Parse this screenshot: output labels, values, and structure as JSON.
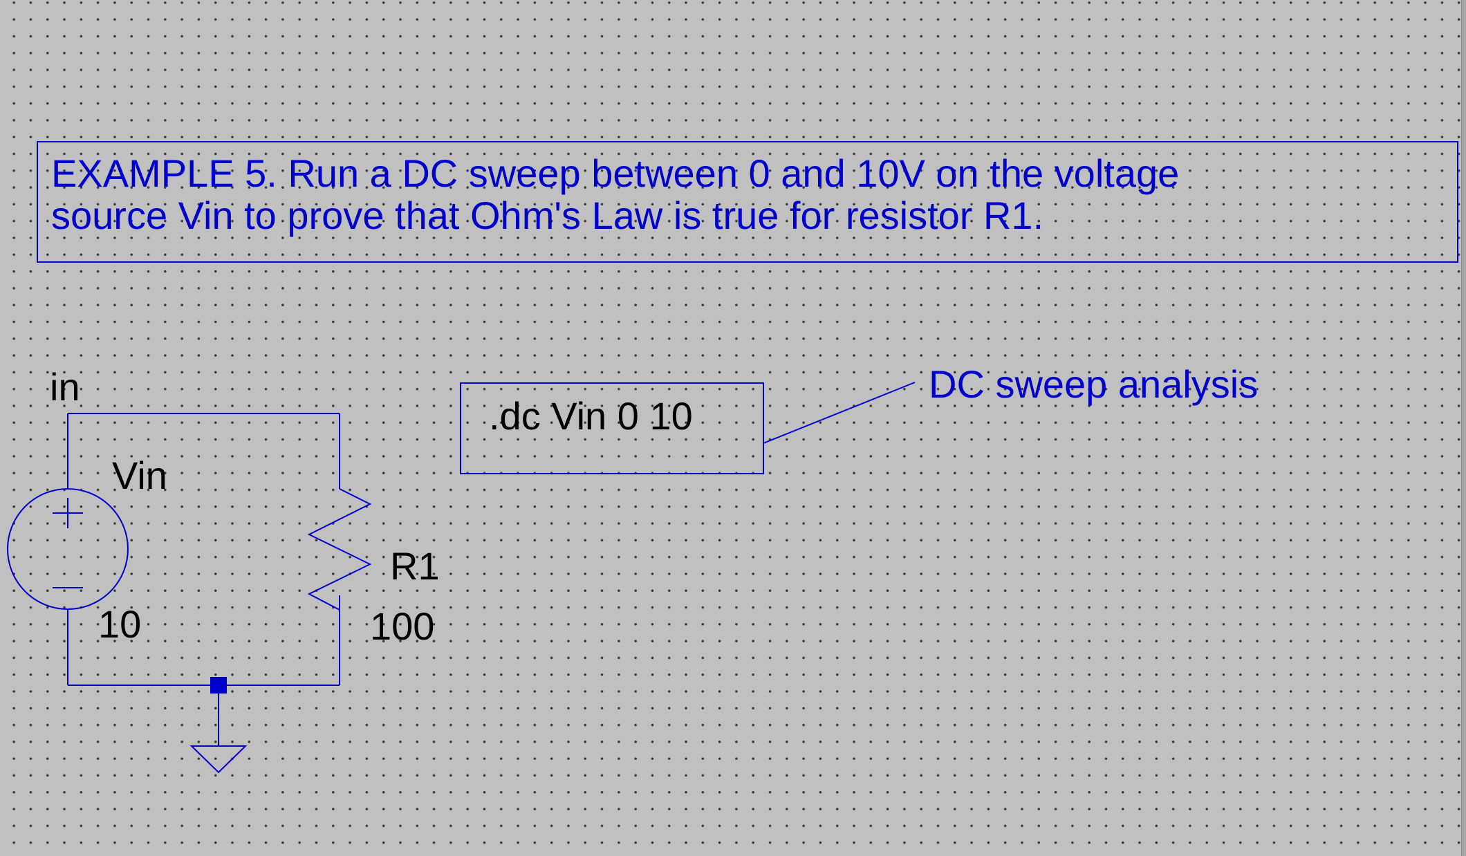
{
  "colors": {
    "background": "#c0c0c0",
    "grid_dot": "#3a3a3a",
    "wire": "#0000cc",
    "comment_text": "#0000cc",
    "component_label": "#000000"
  },
  "comment": {
    "line1": "EXAMPLE 5. Run a DC sweep between 0 and 10V on the voltage",
    "line2": "source Vin to prove that Ohm's Law is true for resistor R1."
  },
  "net_label": "in",
  "voltage_source": {
    "name": "Vin",
    "value": "10",
    "plus_icon": "plus-icon",
    "minus_icon": "minus-icon"
  },
  "resistor": {
    "name": "R1",
    "value": "100"
  },
  "spice_directive": ".dc Vin 0 10",
  "directive_callout": "DC sweep analysis",
  "ground_icon": "ground-icon",
  "junction_icon": "junction-node-icon"
}
